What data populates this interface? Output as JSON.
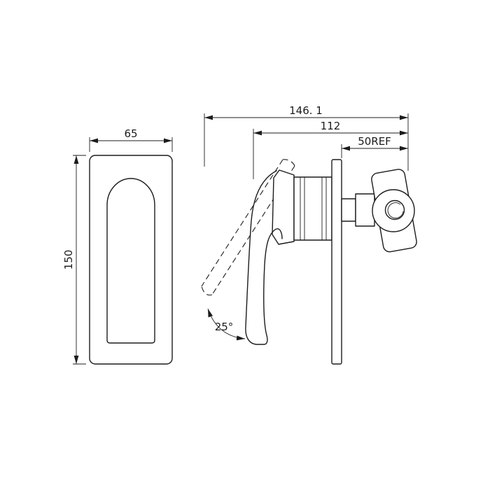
{
  "colors": {
    "line": "#1c1c1c",
    "background": "#ffffff"
  },
  "front_view": {
    "width_dim": "65",
    "height_dim": "150"
  },
  "side_view": {
    "overall_dim": "146. 1",
    "depth_dim": "112",
    "ref_dim": "50REF",
    "angle_dim": "25°"
  }
}
